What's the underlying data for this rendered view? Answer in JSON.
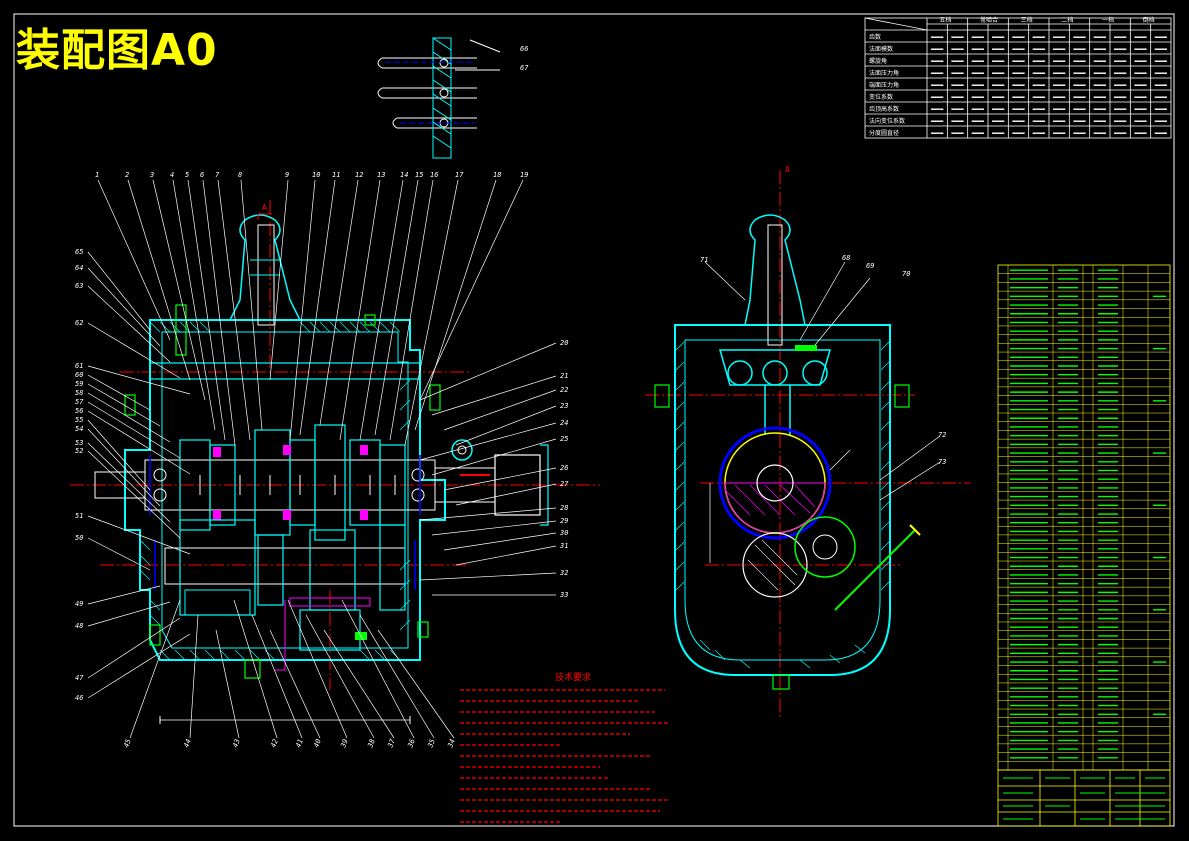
{
  "title": "装配图A0",
  "tech_requirements_title": "技术要求",
  "gear_table": {
    "groups": [
      "五档",
      "常啮合",
      "三档",
      "二档",
      "一档",
      "倒档"
    ],
    "row_labels": [
      "齿数",
      "法面模数",
      "螺旋角",
      "法面压力角",
      "端面压力角",
      "变位系数",
      "齿顶高系数",
      "法向变位系数",
      "分度圆直径"
    ]
  },
  "section_marks": {
    "a": "A",
    "b": "A"
  },
  "part_numbers_top": [
    "1",
    "2",
    "3",
    "4",
    "5",
    "6",
    "7",
    "8",
    "9",
    "10",
    "11",
    "12",
    "13",
    "14",
    "15",
    "16",
    "17",
    "18",
    "19"
  ],
  "part_numbers_left": [
    "65",
    "64",
    "63",
    "62",
    "61",
    "60",
    "59",
    "58",
    "57",
    "56",
    "55",
    "54",
    "53",
    "52",
    "51",
    "50",
    "49",
    "48",
    "47",
    "46"
  ],
  "part_numbers_right": [
    "20",
    "21",
    "22",
    "23",
    "24",
    "25",
    "26",
    "27",
    "28",
    "29",
    "30",
    "31",
    "32",
    "33"
  ],
  "part_numbers_bottom": [
    "45",
    "44",
    "43",
    "42",
    "41",
    "40",
    "39",
    "38",
    "37",
    "36",
    "35",
    "34"
  ],
  "part_numbers_side_view": [
    "68",
    "69",
    "70",
    "71",
    "72",
    "73"
  ],
  "detail_labels": [
    "66",
    "67"
  ],
  "colors": {
    "background": "#000000",
    "title": "#ffff00",
    "outline": "#00ffff",
    "hatch": "#00ffff",
    "centerline": "#ff0000",
    "leader": "#ffffff",
    "table": "#ffffff",
    "bom_lines": "#ffff00",
    "bom_text": "#00ff00",
    "notes": "#ff0000",
    "gear_magenta": "#ff00ff",
    "gear_yellow": "#ffff00",
    "gear_green": "#00ff00",
    "gear_blue": "#0000ff"
  }
}
